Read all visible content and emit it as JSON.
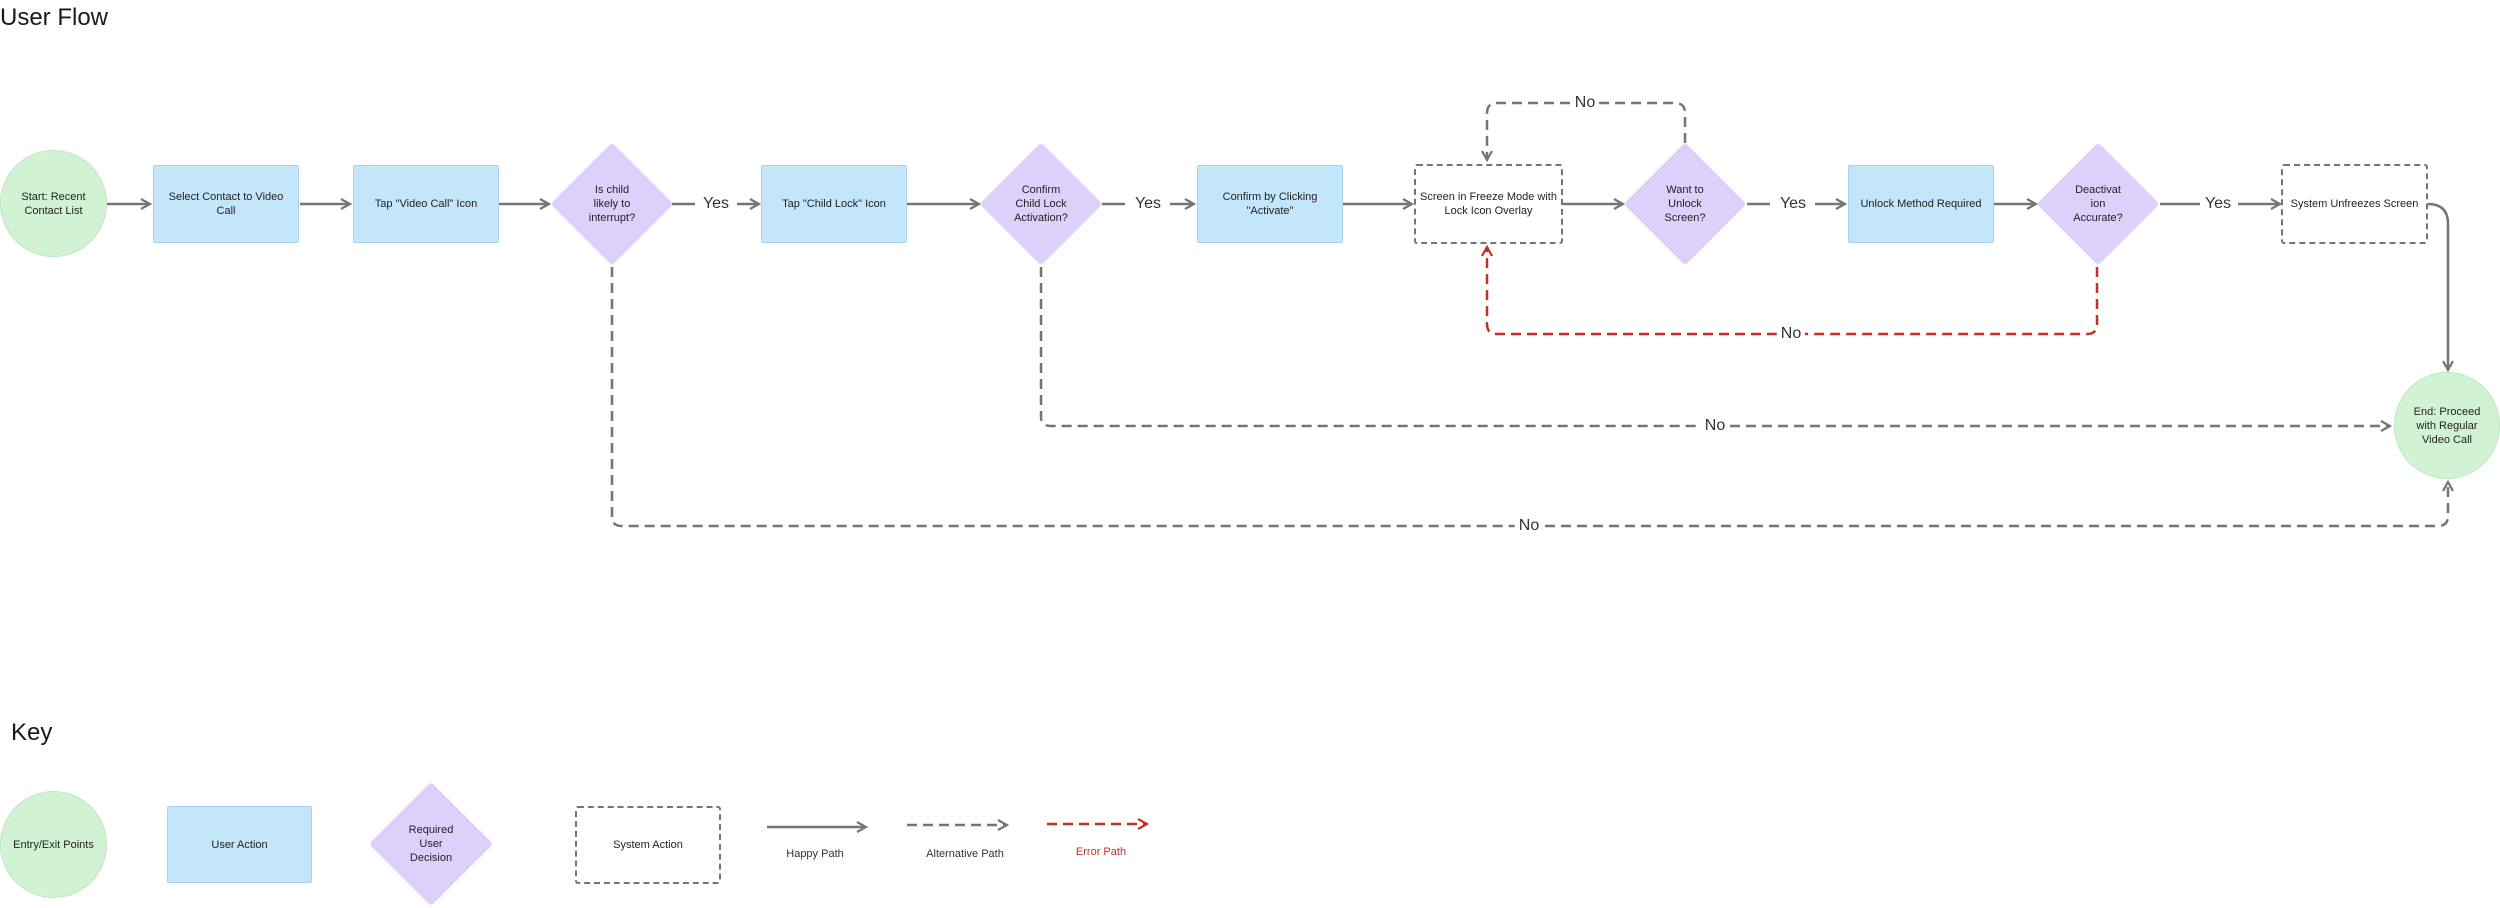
{
  "title": "User Flow",
  "key_title": "Key",
  "colors": {
    "entry": "#d2f3d3",
    "action": "#c4e6fb",
    "decision": "#ddd0fb",
    "line": "#757575",
    "error": "#c0312b"
  },
  "nodes": {
    "start": "Start: Recent\nContact List",
    "select_contact": "Select Contact to Video\nCall",
    "tap_video_call": "Tap \"Video Call\" Icon",
    "child_interrupt": "Is child\nlikely to\ninterrupt?",
    "tap_child_lock": "Tap \"Child Lock\" Icon",
    "confirm_activation": "Confirm\nChild Lock\nActivation?",
    "confirm_activate": "Confirm by Clicking\n\"Activate\"",
    "freeze_mode": "Screen in Freeze Mode with\nLock Icon Overlay",
    "want_unlock": "Want to\nUnlock\nScreen?",
    "unlock_method": "Unlock Method Required",
    "deactivation_accurate": "Deactivat\nion\nAccurate?",
    "system_unfreezes": "System Unfreezes Screen",
    "end": "End: Proceed\nwith Regular\nVideo Call"
  },
  "edge_labels": {
    "yes": "Yes",
    "no": "No"
  },
  "key": {
    "entry_exit": "Entry/Exit Points",
    "user_action": "User Action",
    "decision": "Required\nUser\nDecision",
    "system_action": "System Action",
    "happy_path": "Happy Path",
    "alternative_path": "Alternative Path",
    "error_path": "Error Path"
  }
}
